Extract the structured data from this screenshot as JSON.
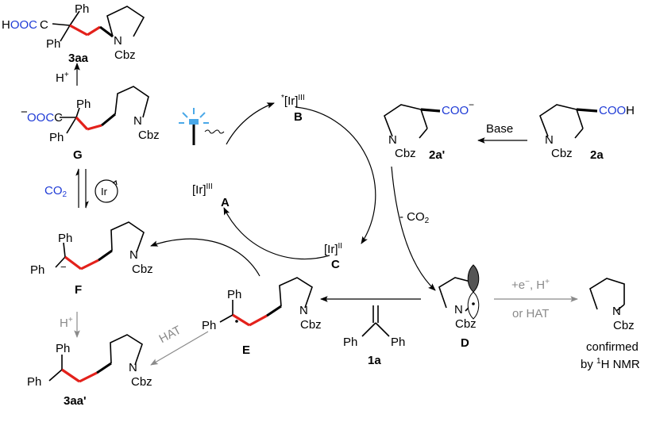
{
  "compounds": {
    "3aa": "3aa",
    "G": "G",
    "F": "F",
    "3aa_prime": "3aa'",
    "E": "E",
    "D": "D",
    "1a": "1a",
    "2a": "2a",
    "2a_prime": "2a'",
    "A": "A",
    "B": "B",
    "C": "C"
  },
  "atoms": {
    "ph": "Ph",
    "n": "N",
    "cbz": "Cbz",
    "hooc_h": "H",
    "ooc": "OOC",
    "cooh_c": "COO",
    "cooh_h": "H",
    "coo": "COO",
    "minus": "−",
    "ir": "Ir"
  },
  "catalyst": {
    "A_main": "[Ir]",
    "A_ox": "III",
    "B_star": "*",
    "B_main": "[Ir]",
    "B_ox": "III",
    "C_main": "[Ir]",
    "C_ox": "II"
  },
  "conditions": {
    "h_plus": "H",
    "plus": "+",
    "base": "Base",
    "minus_co2": "- CO",
    "co": "CO",
    "two": "2",
    "hat": "HAT",
    "e_line_a": "+e",
    "e_line_b": ", H",
    "or_hat": "or HAT"
  },
  "notes": {
    "confirmed": "confirmed",
    "by": "by ",
    "one": "1",
    "nmr": "H NMR"
  },
  "colors": {
    "bond_highlight": "#e3211b",
    "blue_text": "#1f3bd6",
    "grey": "#8a8a8a",
    "lamp_blue": "#4aa8e8",
    "black": "#000000"
  }
}
